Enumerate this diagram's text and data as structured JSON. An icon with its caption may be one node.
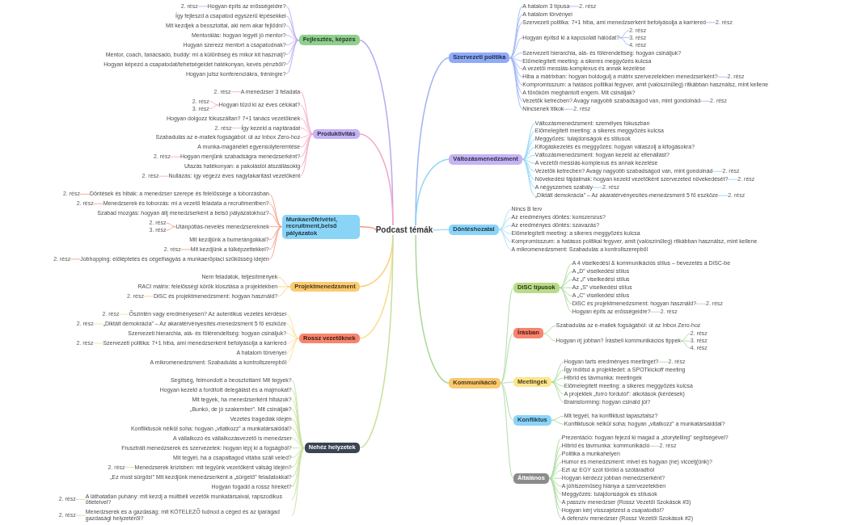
{
  "diagram": {
    "nodes": [
      {
        "text": [
          "Podcast témák"
        ]
      },
      {
        "text": [
          "Fejlesztés, képzés"
        ]
      },
      {
        "text": [
          "Hogyan építs az erősségeidre?"
        ]
      },
      {
        "text": [
          "2. rész"
        ]
      },
      {
        "text": [
          "Így fejleszd a csapatod egyszerű lépésekkel"
        ]
      },
      {
        "text": [
          "Mit kezdjek a beosztottal, aki nem akar fejlődni?"
        ]
      },
      {
        "text": [
          "Mentorálás: hogyan legyél jó mentor?"
        ]
      },
      {
        "text": [
          "Hogyan szerezz mentort a csapatodnak?"
        ]
      },
      {
        "text": [
          "Mentor, coach, tanácsadó, buddy: mi a különbség és mikor kit használj?"
        ]
      },
      {
        "text": [
          "Hogyan képezd a csapatodat/tehetségeidet hatékonyan, kevés pénzből?"
        ]
      },
      {
        "text": [
          "Hogyan jutsz konferenciákra, tréningre?"
        ]
      },
      {
        "text": [
          "Produktivitás"
        ]
      },
      {
        "text": [
          "A menedzser 3 feladata"
        ]
      },
      {
        "text": [
          "2. rész"
        ]
      },
      {
        "text": [
          "Hogyan tűzd ki az éves célokat?"
        ]
      },
      {
        "text": [
          "2. rész"
        ]
      },
      {
        "text": [
          "3. rész"
        ]
      },
      {
        "text": [
          "Hogyan dolgozz fókuszáltan? 7+1 tanács vezetőknek"
        ]
      },
      {
        "text": [
          "Így kezeld a naptáradat"
        ]
      },
      {
        "text": [
          "2. rész"
        ]
      },
      {
        "text": [
          "Szabadulás az e-mailek fogságából: út az Inbox Zero-hoz"
        ]
      },
      {
        "text": [
          "A munka-magánélet egyensúlyteremtése"
        ]
      },
      {
        "text": [
          "Hogyan menjünk szabadságra menedzserként?"
        ]
      },
      {
        "text": [
          "2. rész"
        ]
      },
      {
        "text": [
          "Utazás hatékonyan: a pakolástól átszállásokig"
        ]
      },
      {
        "text": [
          "Nullázás: így végezz éves nagytakarítást vezetőként"
        ]
      },
      {
        "text": [
          "2. rész"
        ]
      },
      {
        "text": [
          "Munkaerőfelvétel, recruitment,belső pályázatok"
        ]
      },
      {
        "text": [
          "Döntések és hibák: a menedzser szerepe és felelőssége a toborzásban"
        ]
      },
      {
        "text": [
          "2. rész"
        ]
      },
      {
        "text": [
          "Menedzserek és toborzás: mi a vezető feladata a recruitmentben?"
        ]
      },
      {
        "text": [
          "2. rész"
        ]
      },
      {
        "text": [
          "Szabad mozgás: hogyan állj menedzserként a belső pályázatokhoz?"
        ]
      },
      {
        "text": [
          "Utánpótlás-nevelés menedzsereknek"
        ]
      },
      {
        "text": [
          "2. rész"
        ]
      },
      {
        "text": [
          "3. rész"
        ]
      },
      {
        "text": [
          "Mit kezdjünk a bumerángokkal?"
        ]
      },
      {
        "text": [
          "Mit kezdjünk a túlképzettekkel?"
        ]
      },
      {
        "text": [
          "2. rész"
        ]
      },
      {
        "text": [
          "Jobhopping: előléptetés és cégelhagyás a munkaerőpiaci szűkösség idején"
        ]
      },
      {
        "text": [
          "2. rész"
        ]
      },
      {
        "text": [
          "Projektmenedzsment"
        ]
      },
      {
        "text": [
          "Nem feladatok, teljesítmények"
        ]
      },
      {
        "text": [
          "RACI mátrix: felelősségi körök kiosztása a projektekben"
        ]
      },
      {
        "text": [
          "DiSC és projektmenedzsment: hogyan használd?"
        ]
      },
      {
        "text": [
          "2. rész"
        ]
      },
      {
        "text": [
          "Rossz vezetőknek"
        ]
      },
      {
        "text": [
          "Őszintén vagy eredményesen? Az autentikus vezetés kérdései"
        ]
      },
      {
        "text": [
          "2. rész"
        ]
      },
      {
        "text": [
          "„Diktált demokrácia” – Az akaratérvényesítés-menedzsment 5 fő eszköze"
        ]
      },
      {
        "text": [
          "2. rész"
        ]
      },
      {
        "text": [
          "Szervezeti hierarchia, alá- és fölérendeltség: hogyan csináljuk?"
        ]
      },
      {
        "text": [
          "Szervezeti politika: 7+1 hiba, ami menedzserként befolyásolja a karriered"
        ]
      },
      {
        "text": [
          "2. rész"
        ]
      },
      {
        "text": [
          "A hatalom törvényei"
        ]
      },
      {
        "text": [
          "A mikromenedzsment: Szabadulás a kontrollszerepből"
        ]
      },
      {
        "text": [
          "Nehéz helyzetek"
        ]
      },
      {
        "text": [
          "Segítség, felmondott a beosztottam! Mit tegyek?"
        ]
      },
      {
        "text": [
          "Hogyan kezeld a fordított delegálást és a majmokat?"
        ]
      },
      {
        "text": [
          "Mit tegyek, ha menedzserként hibázok?"
        ]
      },
      {
        "text": [
          "„Bunkó, de jó szakember”. Mit csináljak?"
        ]
      },
      {
        "text": [
          "Vezetés tragédiák idején"
        ]
      },
      {
        "text": [
          "Konfliktusok nélkül soha: hogyan „vitatkozz” a munkatársaiddal?"
        ]
      },
      {
        "text": [
          "A vállalkozó és vállalkozásvezető is menedzser"
        ]
      },
      {
        "text": [
          "Frusztrált menedzserek és szervezetek: hogyan lépj ki a fogságból?"
        ]
      },
      {
        "text": [
          "Mit tegyél, ha a csapattagod vitába száll veled?"
        ]
      },
      {
        "text": [
          "Menedzserek krízisben: mit tegyünk vezetőként válság idején?"
        ]
      },
      {
        "text": [
          "2. rész"
        ]
      },
      {
        "text": [
          "„Ez most sürgős!” Mit kezdjünk menedzserként a „sürgető” feladatokkal?"
        ]
      },
      {
        "text": [
          "Hogyan fogadd a rossz híreket?"
        ]
      },
      {
        "text": [
          "A láthatatlan puhány: mit kezdj a múltbéli vezetők munkatársaival, rapszodikus ötleteivel?"
        ]
      },
      {
        "text": [
          "2. rész"
        ]
      },
      {
        "text": [
          "Menedzserek és a gazdaság: mit KÖTELEZŐ tudnod a céged és az iparágad gazdasági helyzetéről?"
        ]
      },
      {
        "text": [
          "2. rész"
        ]
      },
      {
        "text": [
          "Szervezeti politika"
        ]
      },
      {
        "text": [
          "A hatalom 3 típusa"
        ]
      },
      {
        "text": [
          "2. rész"
        ]
      },
      {
        "text": [
          "A hatalom törvényei"
        ]
      },
      {
        "text": [
          "Szervezeti politika: 7+1 hiba, ami menedzserként befolyásolja a karriered"
        ]
      },
      {
        "text": [
          "2. rész"
        ]
      },
      {
        "text": [
          "Hogyan építsd ki a kapcsolati hálódat?"
        ]
      },
      {
        "text": [
          "2. rész"
        ]
      },
      {
        "text": [
          "3. rész"
        ]
      },
      {
        "text": [
          "4. rész"
        ]
      },
      {
        "text": [
          "Szervezeti hierarchia, alá- és fölérendeltség: hogyan csináljuk?"
        ]
      },
      {
        "text": [
          "Előmelegített meeting: a sikeres meggyőzés kulcsa"
        ]
      },
      {
        "text": [
          "A vezetői messiás-komplexus és annak kezelése"
        ]
      },
      {
        "text": [
          "Hiba a mátrixban: hogyan boldogulj a mátrix szervezetekben menedzserként?"
        ]
      },
      {
        "text": [
          "2. rész"
        ]
      },
      {
        "text": [
          "Kompromisszum: a hatásos politikai fegyver, amit (valószínűleg) ritkábban használsz, mint kellene"
        ]
      },
      {
        "text": [
          "A főnököm megbántott engem. Mit csináljak?"
        ]
      },
      {
        "text": [
          "Vezetők ketrecben? Avagy nagyobb szabadságod van, mint gondolnád"
        ]
      },
      {
        "text": [
          "2. rész"
        ]
      },
      {
        "text": [
          "Nincsenek titkok"
        ]
      },
      {
        "text": [
          "2. rész"
        ]
      },
      {
        "text": [
          "Változásmenedzsment"
        ]
      },
      {
        "text": [
          "Változásmenedzsment: személyes fókuszban"
        ]
      },
      {
        "text": [
          "Előmelegített meeting: a sikeres meggyőzés kulcsa"
        ]
      },
      {
        "text": [
          "Meggyőzés: tulajdonságok és stílusok"
        ]
      },
      {
        "text": [
          "Kifogáskezelés és meggyőzés: hogyan válaszolj a kifogásokra?"
        ]
      },
      {
        "text": [
          "Változásmenedzsment: hogyan kezeld az ellenállást?"
        ]
      },
      {
        "text": [
          "A vezetői messiás-komplexus és annak kezelése"
        ]
      },
      {
        "text": [
          "Vezetők ketrecben? Avagy nagyobb szabadságod van, mint gondolnád"
        ]
      },
      {
        "text": [
          "2. rész"
        ]
      },
      {
        "text": [
          "Növekedési fájdalmak: hogyan kezeld vezetőként szervezeted növekedését?"
        ]
      },
      {
        "text": [
          "2. rész"
        ]
      },
      {
        "text": [
          "A négyszemes szabály"
        ]
      },
      {
        "text": [
          "2. rész"
        ]
      },
      {
        "text": [
          "„Diktált demokrácia” – Az akaratérvényesítés-menedzsment 5 fő eszköze"
        ]
      },
      {
        "text": [
          "2. rész"
        ]
      },
      {
        "text": [
          "Döntéshozatal"
        ]
      },
      {
        "text": [
          "Nincs B terv"
        ]
      },
      {
        "text": [
          "Az eredményes döntés: konszenzus?"
        ]
      },
      {
        "text": [
          "Az eredményes döntés: szavazás?"
        ]
      },
      {
        "text": [
          "Előmelegített meeting: a sikeres meggyőzés kulcsa"
        ]
      },
      {
        "text": [
          "Kompromisszum: a hatásos politikai fegyver, amit (valószínűleg) ritkábban használsz, mint kellene"
        ]
      },
      {
        "text": [
          "A mikromenedzsment: Szabadulás a kontrollszerepből"
        ]
      },
      {
        "text": [
          "Kommunikáció"
        ]
      },
      {
        "text": [
          "DiSC típusok"
        ]
      },
      {
        "text": [
          "A 4 viselkedési & kommunikációs stílus – bevezetés a DiSC-be"
        ]
      },
      {
        "text": [
          "A „D” viselkedési stílus"
        ]
      },
      {
        "text": [
          "Az „i” viselkedési stílus"
        ]
      },
      {
        "text": [
          "Az „S” viselkedési stílus"
        ]
      },
      {
        "text": [
          "A „C” viselkedési stílus"
        ]
      },
      {
        "text": [
          "DiSC és projektmenedzsment: hogyan használd?"
        ]
      },
      {
        "text": [
          "2. rész"
        ]
      },
      {
        "text": [
          "Hogyan építs az erősségeidre?"
        ]
      },
      {
        "text": [
          "2. rész"
        ]
      },
      {
        "text": [
          "Írásban"
        ]
      },
      {
        "text": [
          "Szabadulás az e-mailek fogságából: út az Inbox Zero-hoz"
        ]
      },
      {
        "text": [
          "Hogyan írj jobban? Írásbeli kommunikációs tippek"
        ]
      },
      {
        "text": [
          "2. rész"
        ]
      },
      {
        "text": [
          "3. rész"
        ]
      },
      {
        "text": [
          "4. rész"
        ]
      },
      {
        "text": [
          "Meetingek"
        ]
      },
      {
        "text": [
          "Hogyan tarts eredményes meetinget?"
        ]
      },
      {
        "text": [
          "2. rész"
        ]
      },
      {
        "text": [
          "Így indítsd a projektedet: a SPOTkickoff meeting"
        ]
      },
      {
        "text": [
          "Hibrid és távmunka: meetingek"
        ]
      },
      {
        "text": [
          "Előmelegített meeting: a sikeres meggyőzés kulcsa"
        ]
      },
      {
        "text": [
          "A projektek „forró fordulói”: alkotások (kérdések)"
        ]
      },
      {
        "text": [
          "Brainstorming: hogyan csináld jól?"
        ]
      },
      {
        "text": [
          "Konfliktus"
        ]
      },
      {
        "text": [
          "Mit tegyél, ha konfliktust tapasztalsz?"
        ]
      },
      {
        "text": [
          "Konfliktusok nélkül soha: hogyan „vitatkozz” a munkatársaiddal?"
        ]
      },
      {
        "text": [
          "Általános"
        ]
      },
      {
        "text": [
          "Prezentáció: hogyan fejezd ki magad a „storytelling” segítségével?"
        ]
      },
      {
        "text": [
          "Hibrid és távmunka: kommunikáció"
        ]
      },
      {
        "text": [
          "2. rész"
        ]
      },
      {
        "text": [
          "Politika a munkahelyen"
        ]
      },
      {
        "text": [
          "Humor és menedzsment: mivel és hogyan (ne) viccelj(ünk)?"
        ]
      },
      {
        "text": [
          "Ezt az EGY szót töröld a szótáradból"
        ]
      },
      {
        "text": [
          "Hogyan kérdezz jobban menedzserként?"
        ]
      },
      {
        "text": [
          "A jóhiszeműség hiánya a szervezetekben"
        ]
      },
      {
        "text": [
          "Meggyőzés: tulajdonságok és stílusok"
        ]
      },
      {
        "text": [
          "A passzív menedzser (Rossz Vezetői Szokások #3)"
        ]
      },
      {
        "text": [
          "Hogyan kérj visszajelzést a csapatodtól?"
        ]
      },
      {
        "text": [
          "A defenzív menedzser (Rossz Vezetői Szokások #2)"
        ]
      }
    ],
    "edges": [
      {
        "from": 0,
        "to": 1,
        "arrow": "none",
        "color": "#b9a8f2"
      },
      {
        "from": 1,
        "to": 2,
        "arrow": "none",
        "color": "#b9a8f2"
      },
      {
        "from": 2,
        "to": 3,
        "arrow": "none",
        "color": "#b9a8f2"
      },
      {
        "from": 1,
        "to": 4,
        "arrow": "none",
        "color": "#b9a8f2"
      },
      {
        "from": 1,
        "to": 5,
        "arrow": "none",
        "color": "#b9a8f2"
      },
      {
        "from": 1,
        "to": 6,
        "arrow": "none",
        "color": "#b9a8f2"
      },
      {
        "from": 1,
        "to": 7,
        "arrow": "none",
        "color": "#b9a8f2"
      },
      {
        "from": 1,
        "to": 8,
        "arrow": "none",
        "color": "#b9a8f2"
      },
      {
        "from": 1,
        "to": 9,
        "arrow": "none",
        "color": "#b9a8f2"
      },
      {
        "from": 1,
        "to": 10,
        "arrow": "none",
        "color": "#b9a8f2"
      },
      {
        "from": 0,
        "to": 11,
        "arrow": "none",
        "color": "#f5a6c3"
      },
      {
        "from": 11,
        "to": 12,
        "arrow": "none",
        "color": "#f5a6c3"
      },
      {
        "from": 12,
        "to": 13,
        "arrow": "none",
        "color": "#f5a6c3"
      },
      {
        "from": 11,
        "to": 14,
        "arrow": "none",
        "color": "#f5a6c3"
      },
      {
        "from": 14,
        "to": 15,
        "arrow": "none",
        "color": "#f5a6c3"
      },
      {
        "from": 14,
        "to": 16,
        "arrow": "none",
        "color": "#f5a6c3"
      },
      {
        "from": 11,
        "to": 17,
        "arrow": "none",
        "color": "#f5a6c3"
      },
      {
        "from": 11,
        "to": 18,
        "arrow": "none",
        "color": "#f5a6c3"
      },
      {
        "from": 18,
        "to": 19,
        "arrow": "none",
        "color": "#f5a6c3"
      },
      {
        "from": 11,
        "to": 20,
        "arrow": "none",
        "color": "#f5a6c3"
      },
      {
        "from": 11,
        "to": 21,
        "arrow": "none",
        "color": "#f5a6c3"
      },
      {
        "from": 11,
        "to": 22,
        "arrow": "none",
        "color": "#f5a6c3"
      },
      {
        "from": 22,
        "to": 23,
        "arrow": "none",
        "color": "#f5a6c3"
      },
      {
        "from": 11,
        "to": 24,
        "arrow": "none",
        "color": "#f5a6c3"
      },
      {
        "from": 11,
        "to": 25,
        "arrow": "none",
        "color": "#f5a6c3"
      },
      {
        "from": 25,
        "to": 26,
        "arrow": "none",
        "color": "#f5a6c3"
      },
      {
        "from": 0,
        "to": 27,
        "arrow": "none",
        "color": "#f49c88"
      },
      {
        "from": 27,
        "to": 28,
        "arrow": "none",
        "color": "#f49c88"
      },
      {
        "from": 28,
        "to": 29,
        "arrow": "none",
        "color": "#f49c88"
      },
      {
        "from": 27,
        "to": 30,
        "arrow": "none",
        "color": "#f49c88"
      },
      {
        "from": 30,
        "to": 31,
        "arrow": "none",
        "color": "#f49c88"
      },
      {
        "from": 27,
        "to": 32,
        "arrow": "none",
        "color": "#f49c88"
      },
      {
        "from": 27,
        "to": 33,
        "arrow": "none",
        "color": "#f49c88"
      },
      {
        "from": 33,
        "to": 34,
        "arrow": "none",
        "color": "#f49c88"
      },
      {
        "from": 33,
        "to": 35,
        "arrow": "none",
        "color": "#f49c88"
      },
      {
        "from": 27,
        "to": 36,
        "arrow": "none",
        "color": "#f49c88"
      },
      {
        "from": 27,
        "to": 37,
        "arrow": "none",
        "color": "#f49c88"
      },
      {
        "from": 37,
        "to": 38,
        "arrow": "none",
        "color": "#f49c88"
      },
      {
        "from": 27,
        "to": 39,
        "arrow": "none",
        "color": "#f49c88"
      },
      {
        "from": 39,
        "to": 40,
        "arrow": "none",
        "color": "#f49c88"
      },
      {
        "from": 0,
        "to": 41,
        "arrow": "none",
        "color": "#f8cf7e"
      },
      {
        "from": 41,
        "to": 42,
        "arrow": "none",
        "color": "#f8cf7e"
      },
      {
        "from": 41,
        "to": 43,
        "arrow": "none",
        "color": "#f8cf7e"
      },
      {
        "from": 41,
        "to": 44,
        "arrow": "none",
        "color": "#f8cf7e"
      },
      {
        "from": 44,
        "to": 45,
        "arrow": "none",
        "color": "#f8cf7e"
      },
      {
        "from": 0,
        "to": 46,
        "arrow": "none",
        "color": "#f8de8c"
      },
      {
        "from": 46,
        "to": 47,
        "arrow": "none",
        "color": "#f8de8c"
      },
      {
        "from": 47,
        "to": 48,
        "arrow": "none",
        "color": "#f8de8c"
      },
      {
        "from": 46,
        "to": 49,
        "arrow": "none",
        "color": "#f8de8c"
      },
      {
        "from": 49,
        "to": 50,
        "arrow": "none",
        "color": "#f8de8c"
      },
      {
        "from": 46,
        "to": 51,
        "arrow": "none",
        "color": "#f8de8c"
      },
      {
        "from": 46,
        "to": 52,
        "arrow": "none",
        "color": "#f8de8c"
      },
      {
        "from": 52,
        "to": 53,
        "arrow": "none",
        "color": "#f8de8c"
      },
      {
        "from": 46,
        "to": 54,
        "arrow": "none",
        "color": "#f8de8c"
      },
      {
        "from": 46,
        "to": 55,
        "arrow": "none",
        "color": "#f8de8c"
      },
      {
        "from": 0,
        "to": 56,
        "arrow": "none",
        "color": "#c6e09a"
      },
      {
        "from": 56,
        "to": 57,
        "arrow": "none",
        "color": "#c6e09a"
      },
      {
        "from": 56,
        "to": 58,
        "arrow": "none",
        "color": "#c6e09a"
      },
      {
        "from": 56,
        "to": 59,
        "arrow": "none",
        "color": "#c6e09a"
      },
      {
        "from": 56,
        "to": 60,
        "arrow": "none",
        "color": "#c6e09a"
      },
      {
        "from": 56,
        "to": 61,
        "arrow": "none",
        "color": "#c6e09a"
      },
      {
        "from": 56,
        "to": 62,
        "arrow": "none",
        "color": "#c6e09a"
      },
      {
        "from": 56,
        "to": 63,
        "arrow": "none",
        "color": "#c6e09a"
      },
      {
        "from": 56,
        "to": 64,
        "arrow": "none",
        "color": "#c6e09a"
      },
      {
        "from": 56,
        "to": 65,
        "arrow": "none",
        "color": "#c6e09a"
      },
      {
        "from": 56,
        "to": 66,
        "arrow": "none",
        "color": "#c6e09a"
      },
      {
        "from": 66,
        "to": 67,
        "arrow": "none",
        "color": "#c6e09a"
      },
      {
        "from": 56,
        "to": 68,
        "arrow": "none",
        "color": "#c6e09a"
      },
      {
        "from": 56,
        "to": 69,
        "arrow": "none",
        "color": "#c6e09a"
      },
      {
        "from": 56,
        "to": 70,
        "arrow": "none",
        "color": "#c6e09a"
      },
      {
        "from": 70,
        "to": 71,
        "arrow": "none",
        "color": "#c6e09a"
      },
      {
        "from": 56,
        "to": 72,
        "arrow": "none",
        "color": "#c6e09a"
      },
      {
        "from": 72,
        "to": 73,
        "arrow": "none",
        "color": "#c6e09a"
      },
      {
        "from": 0,
        "to": 74,
        "arrow": "none",
        "color": "#9eb4f4"
      },
      {
        "from": 74,
        "to": 75,
        "arrow": "none",
        "color": "#9eb4f4"
      },
      {
        "from": 75,
        "to": 76,
        "arrow": "none",
        "color": "#9eb4f4"
      },
      {
        "from": 74,
        "to": 77,
        "arrow": "none",
        "color": "#9eb4f4"
      },
      {
        "from": 74,
        "to": 78,
        "arrow": "none",
        "color": "#9eb4f4"
      },
      {
        "from": 78,
        "to": 79,
        "arrow": "none",
        "color": "#9eb4f4"
      },
      {
        "from": 74,
        "to": 80,
        "arrow": "none",
        "color": "#9eb4f4"
      },
      {
        "from": 80,
        "to": 81,
        "arrow": "none",
        "color": "#9eb4f4"
      },
      {
        "from": 80,
        "to": 82,
        "arrow": "none",
        "color": "#9eb4f4"
      },
      {
        "from": 80,
        "to": 83,
        "arrow": "none",
        "color": "#9eb4f4"
      },
      {
        "from": 74,
        "to": 84,
        "arrow": "none",
        "color": "#9eb4f4"
      },
      {
        "from": 74,
        "to": 85,
        "arrow": "none",
        "color": "#9eb4f4"
      },
      {
        "from": 74,
        "to": 86,
        "arrow": "none",
        "color": "#9eb4f4"
      },
      {
        "from": 74,
        "to": 87,
        "arrow": "none",
        "color": "#9eb4f4"
      },
      {
        "from": 87,
        "to": 88,
        "arrow": "none",
        "color": "#9eb4f4"
      },
      {
        "from": 74,
        "to": 89,
        "arrow": "none",
        "color": "#9eb4f4"
      },
      {
        "from": 74,
        "to": 90,
        "arrow": "none",
        "color": "#9eb4f4"
      },
      {
        "from": 74,
        "to": 91,
        "arrow": "none",
        "color": "#9eb4f4"
      },
      {
        "from": 91,
        "to": 92,
        "arrow": "none",
        "color": "#9eb4f4"
      },
      {
        "from": 74,
        "to": 93,
        "arrow": "none",
        "color": "#9eb4f4"
      },
      {
        "from": 93,
        "to": 94,
        "arrow": "none",
        "color": "#9eb4f4"
      },
      {
        "from": 0,
        "to": 95,
        "arrow": "none",
        "color": "#8cd5f4"
      },
      {
        "from": 95,
        "to": 96,
        "arrow": "none",
        "color": "#8cd5f4"
      },
      {
        "from": 95,
        "to": 97,
        "arrow": "none",
        "color": "#8cd5f4"
      },
      {
        "from": 95,
        "to": 98,
        "arrow": "none",
        "color": "#8cd5f4"
      },
      {
        "from": 95,
        "to": 99,
        "arrow": "none",
        "color": "#8cd5f4"
      },
      {
        "from": 95,
        "to": 100,
        "arrow": "none",
        "color": "#8cd5f4"
      },
      {
        "from": 95,
        "to": 101,
        "arrow": "none",
        "color": "#8cd5f4"
      },
      {
        "from": 95,
        "to": 102,
        "arrow": "none",
        "color": "#8cd5f4"
      },
      {
        "from": 102,
        "to": 103,
        "arrow": "none",
        "color": "#8cd5f4"
      },
      {
        "from": 95,
        "to": 104,
        "arrow": "none",
        "color": "#8cd5f4"
      },
      {
        "from": 104,
        "to": 105,
        "arrow": "none",
        "color": "#8cd5f4"
      },
      {
        "from": 95,
        "to": 106,
        "arrow": "none",
        "color": "#8cd5f4"
      },
      {
        "from": 106,
        "to": 107,
        "arrow": "none",
        "color": "#8cd5f4"
      },
      {
        "from": 95,
        "to": 108,
        "arrow": "none",
        "color": "#8cd5f4"
      },
      {
        "from": 108,
        "to": 109,
        "arrow": "none",
        "color": "#8cd5f4"
      },
      {
        "from": 0,
        "to": 110,
        "arrow": "none",
        "color": "#a6dcf2"
      },
      {
        "from": 110,
        "to": 111,
        "arrow": "none",
        "color": "#a6dcf2"
      },
      {
        "from": 110,
        "to": 112,
        "arrow": "none",
        "color": "#a6dcf2"
      },
      {
        "from": 110,
        "to": 113,
        "arrow": "none",
        "color": "#a6dcf2"
      },
      {
        "from": 110,
        "to": 114,
        "arrow": "none",
        "color": "#a6dcf2"
      },
      {
        "from": 110,
        "to": 115,
        "arrow": "none",
        "color": "#a6dcf2"
      },
      {
        "from": 110,
        "to": 116,
        "arrow": "none",
        "color": "#a6dcf2"
      },
      {
        "from": 0,
        "to": 117,
        "arrow": "none"
      },
      {
        "from": 117,
        "to": 118,
        "arrow": "none"
      },
      {
        "from": 118,
        "to": 119,
        "arrow": "none"
      },
      {
        "from": 118,
        "to": 120,
        "arrow": "none"
      },
      {
        "from": 118,
        "to": 121,
        "arrow": "none"
      },
      {
        "from": 118,
        "to": 122,
        "arrow": "none"
      },
      {
        "from": 118,
        "to": 123,
        "arrow": "none"
      },
      {
        "from": 118,
        "to": 124,
        "arrow": "none"
      },
      {
        "from": 124,
        "to": 125,
        "arrow": "none"
      },
      {
        "from": 118,
        "to": 126,
        "arrow": "none"
      },
      {
        "from": 126,
        "to": 127,
        "arrow": "none"
      },
      {
        "from": 117,
        "to": 128,
        "arrow": "none"
      },
      {
        "from": 128,
        "to": 129,
        "arrow": "none"
      },
      {
        "from": 128,
        "to": 130,
        "arrow": "none"
      },
      {
        "from": 130,
        "to": 131,
        "arrow": "none"
      },
      {
        "from": 130,
        "to": 132,
        "arrow": "none"
      },
      {
        "from": 130,
        "to": 133,
        "arrow": "none"
      },
      {
        "from": 117,
        "to": 134,
        "arrow": "none"
      },
      {
        "from": 134,
        "to": 135,
        "arrow": "none"
      },
      {
        "from": 135,
        "to": 136,
        "arrow": "none"
      },
      {
        "from": 134,
        "to": 137,
        "arrow": "none"
      },
      {
        "from": 134,
        "to": 138,
        "arrow": "none"
      },
      {
        "from": 134,
        "to": 139,
        "arrow": "none"
      },
      {
        "from": 134,
        "to": 140,
        "arrow": "none"
      },
      {
        "from": 134,
        "to": 141,
        "arrow": "none"
      },
      {
        "from": 117,
        "to": 142,
        "arrow": "none"
      },
      {
        "from": 142,
        "to": 143,
        "arrow": "none"
      },
      {
        "from": 142,
        "to": 144,
        "arrow": "none"
      },
      {
        "from": 117,
        "to": 145,
        "arrow": "none"
      },
      {
        "from": 145,
        "to": 146,
        "arrow": "none"
      },
      {
        "from": 145,
        "to": 147,
        "arrow": "none"
      },
      {
        "from": 147,
        "to": 148,
        "arrow": "none"
      },
      {
        "from": 145,
        "to": 149,
        "arrow": "none"
      },
      {
        "from": 145,
        "to": 150,
        "arrow": "none"
      },
      {
        "from": 145,
        "to": 151,
        "arrow": "none"
      },
      {
        "from": 145,
        "to": 152,
        "arrow": "none"
      },
      {
        "from": 145,
        "to": 153,
        "arrow": "none"
      },
      {
        "from": 145,
        "to": 154,
        "arrow": "none"
      },
      {
        "from": 145,
        "to": 155,
        "arrow": "none"
      },
      {
        "from": 145,
        "to": 156,
        "arrow": "none"
      },
      {
        "from": 145,
        "to": 157,
        "arrow": "none"
      }
    ]
  }
}
